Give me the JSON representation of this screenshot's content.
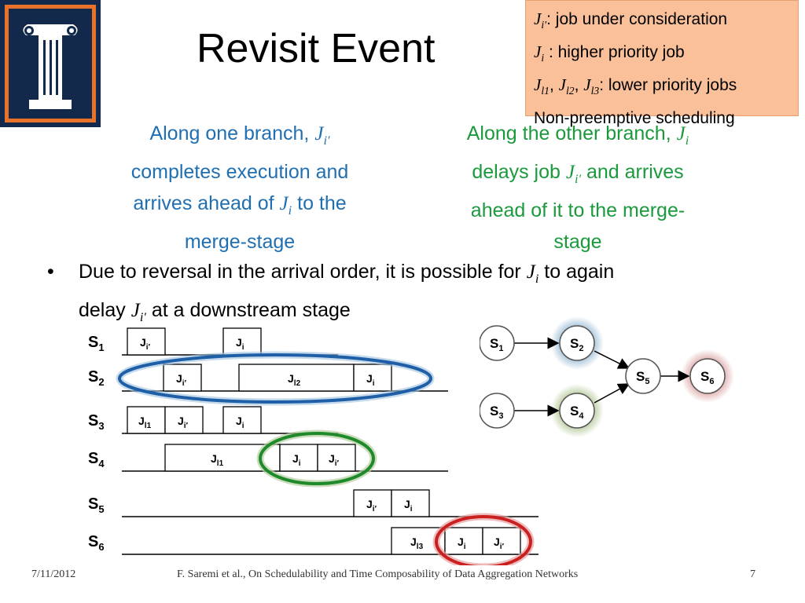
{
  "title": "Revisit Event",
  "legend": [
    {
      "sym": "J",
      "sub": "i′",
      "text": ": job under consideration"
    },
    {
      "sym": "J",
      "sub": "i",
      "text": " : higher priority job"
    },
    {
      "sym_group": [
        {
          "sym": "J",
          "sub": "l1"
        },
        {
          "sym": "J",
          "sub": "l2"
        },
        {
          "sym": "J",
          "sub": "l3"
        }
      ],
      "text": ": lower priority jobs"
    },
    {
      "text": "Non-preemptive scheduling"
    }
  ],
  "branch_left": {
    "line1": "Along one branch,",
    "sym": "J",
    "sub": "i′",
    "line2": "completes execution and",
    "line3a": "arrives ahead of",
    "sym2": "J",
    "sub2": "i",
    "line3b": "to the",
    "line4": "merge-stage"
  },
  "branch_right": {
    "line1": "Along the other branch,",
    "sym": "J",
    "sub": "i",
    "line2a": "delays job",
    "sym2": "J",
    "sub2": "i′",
    "line2b": "and arrives",
    "line3": "ahead of it to the merge-",
    "line4": "stage"
  },
  "bullet": {
    "marker": "•",
    "part1": "Due to reversal in the arrival order, it is possible for",
    "sym1": "J",
    "sub1": "i",
    "part2": "to again",
    "part3": "delay",
    "sym2": "J",
    "sub2": "i′",
    "part4": "at a downstream stage"
  },
  "timeline": {
    "rows": [
      {
        "label": "S",
        "sub": "1",
        "jobs": [
          {
            "name": "J",
            "sub": "i′"
          },
          {
            "name": "J",
            "sub": "i"
          }
        ]
      },
      {
        "label": "S",
        "sub": "2",
        "jobs": [
          {
            "name": "J",
            "sub": "i′"
          },
          {
            "name": "J",
            "sub": "l2"
          },
          {
            "name": "J",
            "sub": "i"
          }
        ]
      },
      {
        "label": "S",
        "sub": "3",
        "jobs": [
          {
            "name": "J",
            "sub": "l1"
          },
          {
            "name": "J",
            "sub": "i′"
          },
          {
            "name": "J",
            "sub": "i"
          }
        ]
      },
      {
        "label": "S",
        "sub": "4",
        "jobs": [
          {
            "name": "J",
            "sub": "l1"
          },
          {
            "name": "J",
            "sub": "i"
          },
          {
            "name": "J",
            "sub": "i′"
          }
        ]
      },
      {
        "label": "S",
        "sub": "5",
        "jobs": [
          {
            "name": "J",
            "sub": "i′"
          },
          {
            "name": "J",
            "sub": "i"
          }
        ]
      },
      {
        "label": "S",
        "sub": "6",
        "jobs": [
          {
            "name": "J",
            "sub": "l3"
          },
          {
            "name": "J",
            "sub": "i"
          },
          {
            "name": "J",
            "sub": "i′"
          }
        ]
      }
    ],
    "highlight_colors": {
      "s2": "#1e5fa8",
      "s4": "#1f8a2a",
      "s6": "#cc1f1f"
    }
  },
  "graph": {
    "nodes": [
      {
        "id": "s1",
        "label": "S",
        "sub": "1"
      },
      {
        "id": "s2",
        "label": "S",
        "sub": "2"
      },
      {
        "id": "s3",
        "label": "S",
        "sub": "3"
      },
      {
        "id": "s4",
        "label": "S",
        "sub": "4"
      },
      {
        "id": "s5",
        "label": "S",
        "sub": "5"
      },
      {
        "id": "s6",
        "label": "S",
        "sub": "6"
      }
    ],
    "glow_colors": {
      "s2": "#8fb4d0",
      "s4": "#a9c08a",
      "s6": "#d89a9a"
    }
  },
  "footer": {
    "date": "7/11/2012",
    "citation": "F. Saremi et al., On Schedulability and Time Composability of Data Aggregation Networks",
    "page": "7"
  }
}
